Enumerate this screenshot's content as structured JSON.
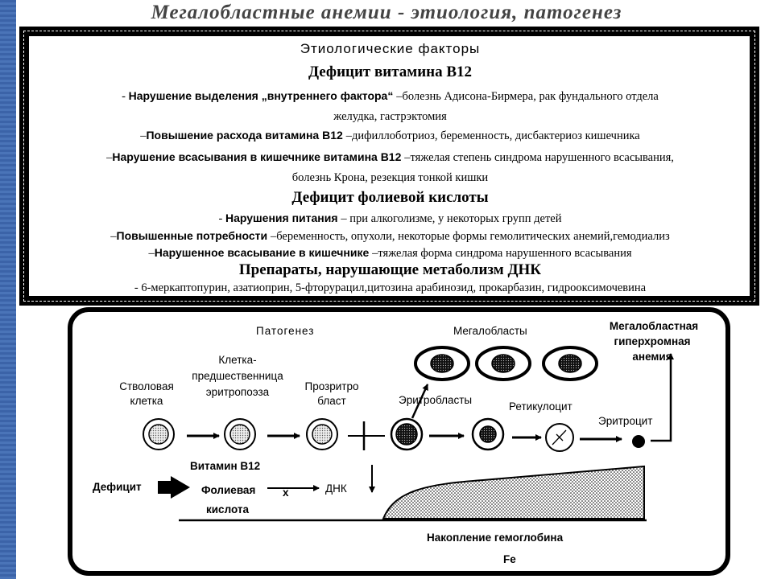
{
  "title": "Мегалобластные анемии - этиология, патогенез",
  "etiology": {
    "heading": "Этиологические факторы",
    "b12_heading": "Дефицит витамина В12",
    "b12_items": [
      {
        "dash": "- ",
        "bold": "Нарушение выделения „внутреннего фактора“ ",
        "text": "–болезнь Адисона-Бирмера, рак фундального отдела"
      },
      {
        "dash": "",
        "bold": "",
        "text": "желудка, гастрэктомия"
      },
      {
        "dash": "–",
        "bold": "Повышение расхода витамина В12 ",
        "text": "–дифиллоботриоз, беременность, дисбактериоз кишечника"
      },
      {
        "dash": "–",
        "bold": "Нарушение всасывания в кишечнике витамина В12 ",
        "text": "–тяжелая степень синдрома нарушенного всасывания,"
      },
      {
        "dash": "",
        "bold": "",
        "text": "болезнь Крона, резекция тонкой кишки"
      }
    ],
    "folate_heading": "Дефицит фолиевой кислоты",
    "folate_items": [
      {
        "dash": "- ",
        "bold": "Нарушения питания ",
        "text": "– при алкоголизме, у некоторых групп детей"
      },
      {
        "dash": "–",
        "bold": "Повышенные потребности ",
        "text": "–беременность, опухоли, некоторые формы гемолитических анемий,гемодиализ"
      },
      {
        "dash": "–",
        "bold": "Нарушенное всасывание в кишечнике ",
        "text": "–тяжелая форма синдрома нарушенного всасывания"
      }
    ],
    "drugs_heading": "Препараты, нарушающие метаболизм ДНК",
    "drugs_text": "- 6-меркаптопурин, азатиоприн, 5-фторурацил,цитозина арабинозид, прокарбазин, гидрооксимочевина"
  },
  "pathogenesis": {
    "heading": "Патогенез",
    "megaloblasts": "Мегалобласты",
    "anemia": [
      "Мегалобластная",
      "гиперхромная",
      "анемия"
    ],
    "stem_cell": [
      "Стволовая",
      "клетка"
    ],
    "progenitor": [
      "Клетка-",
      "предшественница",
      "эритропоэза"
    ],
    "proerythroblast": [
      "Прозритро",
      "бласт"
    ],
    "erythroblasts": "Эритробласты",
    "reticulocyte": "Ретикулоцит",
    "erythrocyte": "Эритроцит",
    "vitamin_b12": "Витамин В12",
    "deficit": "Дефицит",
    "folic_acid": [
      "Фолиевая",
      "кислота"
    ],
    "dna": "ДНК",
    "hemoglobin": "Накопление гемоглобина",
    "fe": "Fe"
  }
}
